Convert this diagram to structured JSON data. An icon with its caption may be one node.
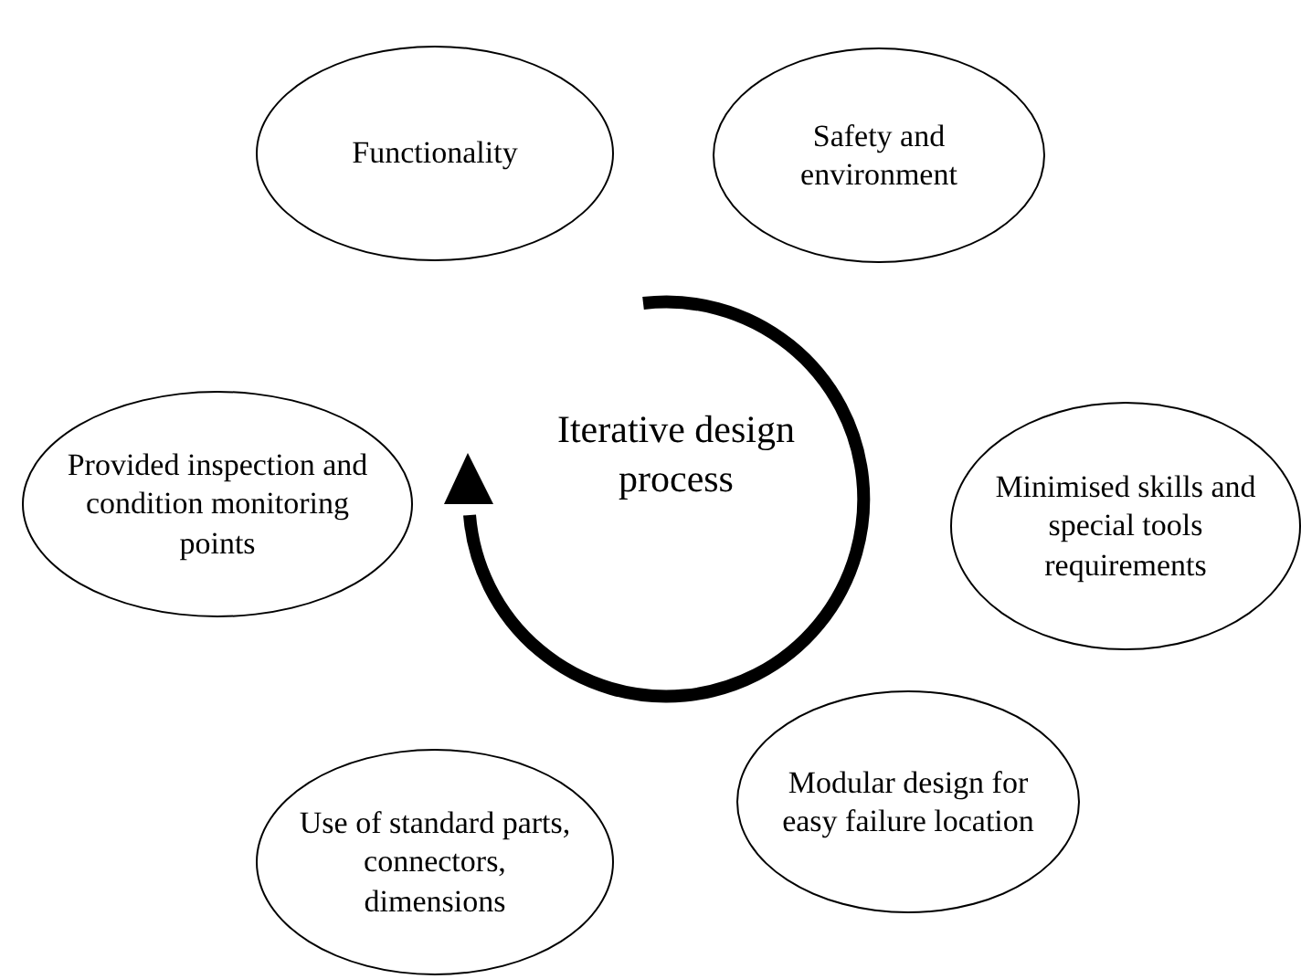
{
  "diagram": {
    "nodes": [
      {
        "text": [
          "Functionality"
        ]
      },
      {
        "text": [
          "Safety and environment"
        ]
      },
      {
        "text": [
          "Provided inspection and condition monitoring points"
        ]
      },
      {
        "text": [
          "Minimised skills and special tools requirements"
        ]
      },
      {
        "text": [
          "Use of standard parts, connectors, dimensions"
        ]
      },
      {
        "text": [
          "Modular design for easy failure location"
        ]
      }
    ],
    "labels": [
      "Iterative design process"
    ]
  }
}
